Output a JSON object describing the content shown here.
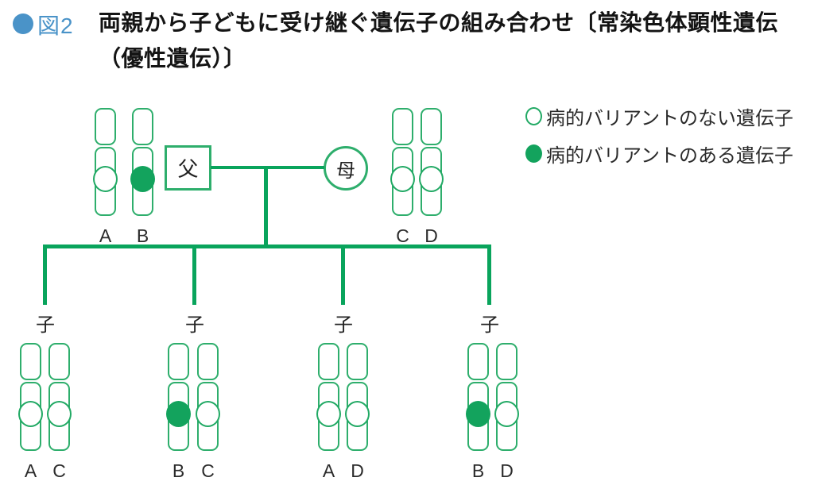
{
  "figure": {
    "label": "図2",
    "title_line1": "両親から子どもに受け継ぐ遺伝子の組み合わせ〔常染色体顕性遺伝",
    "title_line2": "（優性遺伝）〕"
  },
  "legend": {
    "items": [
      {
        "symbol": "open-circle",
        "label": "病的バリアントのない遺伝子"
      },
      {
        "symbol": "filled-circle",
        "label": "病的バリアントのある遺伝子"
      }
    ]
  },
  "pedigree": {
    "father": {
      "label": "父",
      "chromosomes": [
        {
          "name": "A",
          "variant": false
        },
        {
          "name": "B",
          "variant": true
        }
      ]
    },
    "mother": {
      "label": "母",
      "chromosomes": [
        {
          "name": "C",
          "variant": false
        },
        {
          "name": "D",
          "variant": false
        }
      ]
    },
    "children": [
      {
        "label": "子",
        "chromosomes": [
          {
            "name": "A",
            "variant": false
          },
          {
            "name": "C",
            "variant": false
          }
        ]
      },
      {
        "label": "子",
        "chromosomes": [
          {
            "name": "B",
            "variant": true
          },
          {
            "name": "C",
            "variant": false
          }
        ]
      },
      {
        "label": "子",
        "chromosomes": [
          {
            "name": "A",
            "variant": false
          },
          {
            "name": "D",
            "variant": false
          }
        ]
      },
      {
        "label": "子",
        "chromosomes": [
          {
            "name": "B",
            "variant": true
          },
          {
            "name": "D",
            "variant": false
          }
        ]
      }
    ]
  },
  "colors": {
    "accent_blue": "#4a93c8",
    "line_green": "#09a45c",
    "outline_green": "#2eae6c",
    "variant_fill_green": "#13a35d",
    "text": "#1f1f1f"
  }
}
